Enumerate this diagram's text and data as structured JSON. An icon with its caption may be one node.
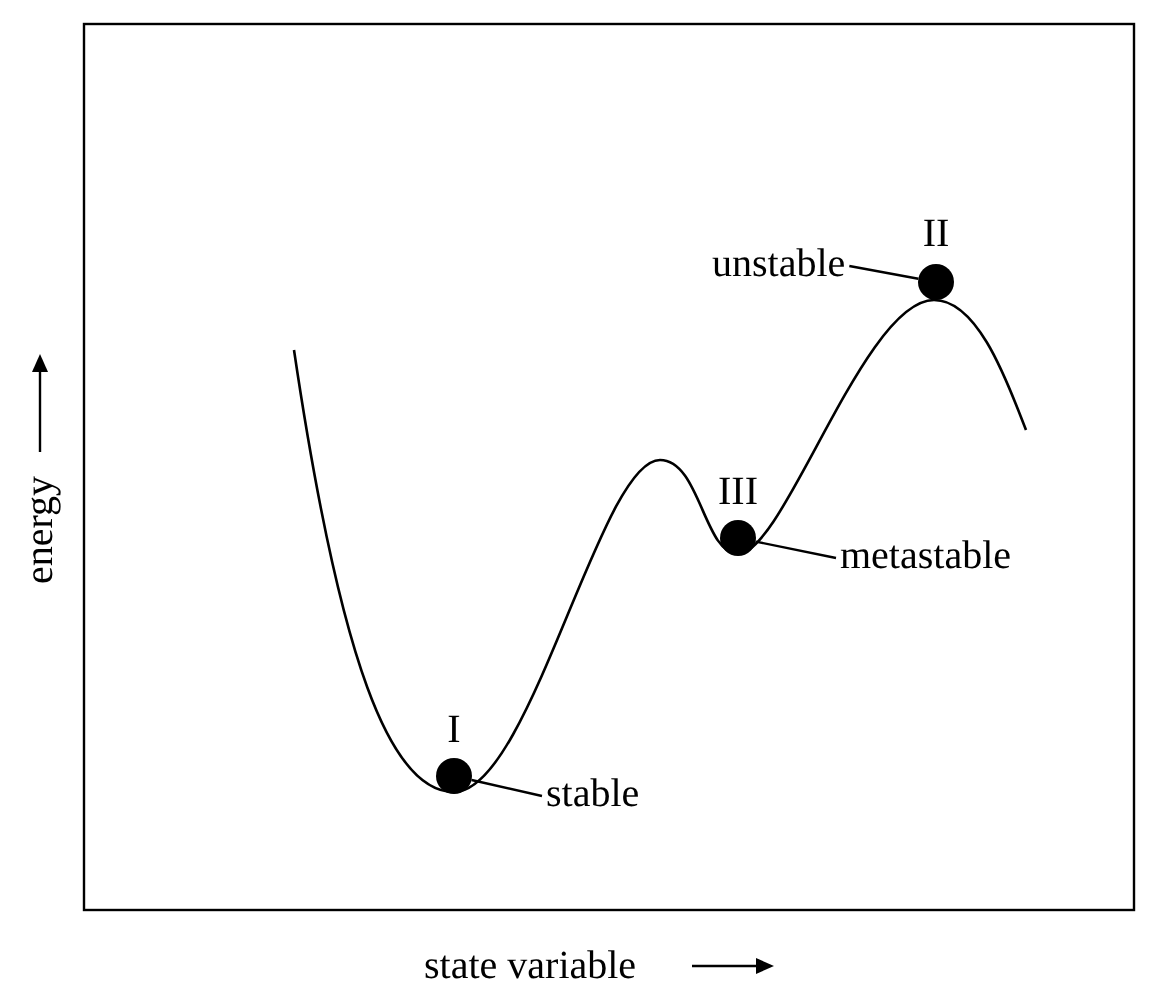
{
  "diagram": {
    "nodes": [
      {
        "text": [
          "unstable"
        ]
      },
      {
        "text": [
          "II"
        ]
      },
      {
        "text": [
          "III"
        ]
      },
      {
        "text": [
          "metastable"
        ]
      },
      {
        "text": [
          "I"
        ]
      },
      {
        "text": [
          "stable"
        ]
      }
    ],
    "edges": [
      {
        "from": 0,
        "to": 1,
        "arrow": "none"
      },
      {
        "from": 3,
        "to": 2,
        "arrow": "none"
      },
      {
        "from": 5,
        "to": 4,
        "arrow": "none"
      }
    ],
    "labels": [
      "energy",
      "state variable"
    ]
  }
}
